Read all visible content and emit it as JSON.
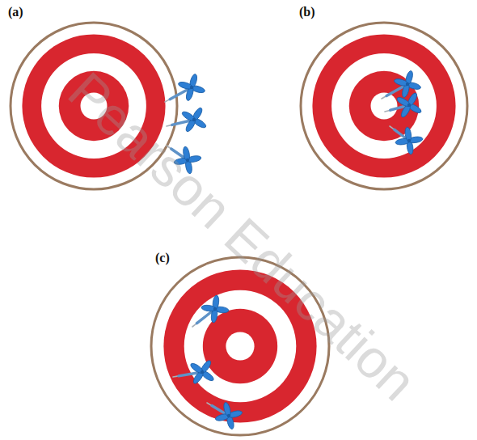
{
  "diagram": {
    "labels": [
      "(a)",
      "(b)",
      "(c)",
      "Pearson Education"
    ]
  }
}
